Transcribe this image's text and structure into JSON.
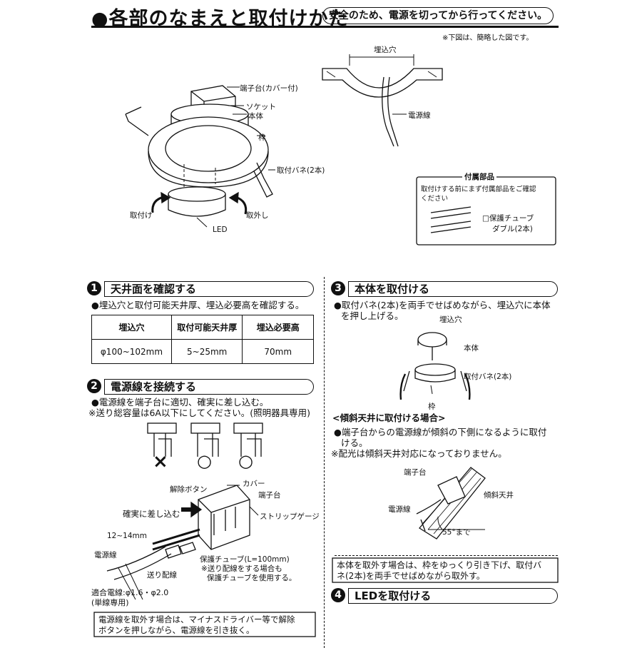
{
  "header": {
    "title": "●各部のなまえと取付けかた",
    "safety": "安全のため、電源を切ってから行ってください。",
    "note": "※下図は、簡略した図です。"
  },
  "diagram": {
    "terminal_label": "端子台(カバー付)",
    "socket_label": "ソケット",
    "body_label": "本体",
    "frame_label": "枠",
    "spring_label": "取付バネ(2本)",
    "install_label": "取付け",
    "remove_label": "取外し",
    "led_label": "LED",
    "hole_label": "埋込穴",
    "power_label": "電源線"
  },
  "accessories": {
    "title": "付属部品",
    "desc_1": "取付けする前にまず付属部品をご確認",
    "desc_2": "ください",
    "item_1": "□保護チューブ",
    "item_2": "ダブル(2本)"
  },
  "section1": {
    "num": "1",
    "title": "天井面を確認する",
    "text": "●埋込穴と取付可能天井厚、埋込必要高を確認する。",
    "headers": [
      "埋込穴",
      "取付可能天井厚",
      "埋込必要高"
    ],
    "values": [
      "φ100~102mm",
      "5~25mm",
      "70mm"
    ]
  },
  "section2": {
    "num": "2",
    "title": "電源線を接続する",
    "text_1": "●電源線を端子台に適切、確実に差し込む。",
    "text_2": "※送り総容量は6A以下にしてください。(照明器具専用)",
    "mark_ng": "×",
    "mark_ok_1": "○",
    "mark_ok_2": "○",
    "release_button": "解除ボタン",
    "cover": "カバー",
    "terminal": "端子台",
    "insert": "確実に差し込む",
    "strip_gauge": "ストリップゲージ",
    "strip_length": "12~14mm",
    "power_wire": "電源線",
    "feed_wire": "送り配線",
    "tube_1": "保護チューブ(L=100mm)",
    "tube_2": "※送り配線をする場合も",
    "tube_3": "保護チューブを使用する。",
    "wire_spec_1": "適合電線:φ1.6・φ2.0",
    "wire_spec_2": "(単線専用)",
    "remove_note_1": "電源線を取外す場合は、マイナスドライバー等で解除",
    "remove_note_2": "ボタンを押しながら、電源線を引き抜く。"
  },
  "section3": {
    "num": "3",
    "title": "本体を取付ける",
    "text_1": "●取付バネ(2本)を両手でせばめながら、埋込穴に本体",
    "text_2": "を押し上げる。",
    "hole": "埋込穴",
    "body": "本体",
    "spring": "取付バネ(2本)",
    "frame": "枠",
    "slope_title": "<傾斜天井に取付ける場合>",
    "slope_1": "●端子台からの電源線が傾斜の下側になるように取付",
    "slope_2": "ける。",
    "slope_3": "※配光は傾斜天井対応になっておりません。",
    "slope_terminal": "端子台",
    "slope_ceiling": "傾斜天井",
    "slope_power": "電源線",
    "slope_angle": "55°まで",
    "remove_1": "本体を取外す場合は、枠をゆっくり引き下げ、取付バ",
    "remove_2": "ネ(2本)を両手でせばめながら取外す。"
  },
  "section4": {
    "num": "4",
    "title": "LEDを取付ける"
  }
}
